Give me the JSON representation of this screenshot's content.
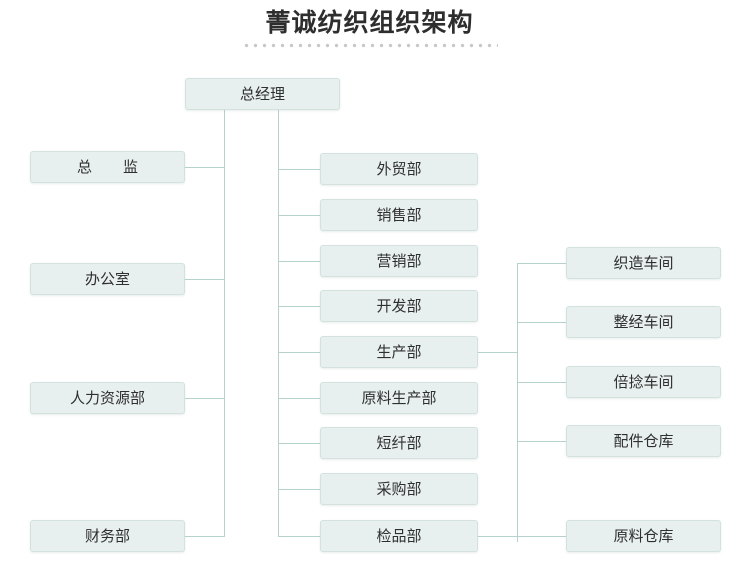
{
  "header": {
    "title": "菁诚纺织组织架构",
    "divider": "dotted-rule"
  },
  "colors": {
    "node_fill": "#e7f0ee",
    "node_border": "#d3e2df",
    "connector": "#b5d2cd",
    "title_text": "#2e2e2e",
    "node_text": "#2f2f2f",
    "background": "#ffffff"
  },
  "org_chart": {
    "root": {
      "label": "总经理"
    },
    "left_branch": [
      {
        "label": "总　监"
      },
      {
        "label": "办公室"
      },
      {
        "label": "人力资源部"
      },
      {
        "label": "财务部"
      }
    ],
    "center_branch": [
      {
        "label": "外贸部"
      },
      {
        "label": "销售部"
      },
      {
        "label": "营销部"
      },
      {
        "label": "开发部"
      },
      {
        "label": "生产部"
      },
      {
        "label": "原料生产部"
      },
      {
        "label": "短纤部"
      },
      {
        "label": "采购部"
      },
      {
        "label": "检品部"
      }
    ],
    "production_children": [
      {
        "label": "织造车间"
      },
      {
        "label": "整经车间"
      },
      {
        "label": "倍捻车间"
      },
      {
        "label": "配件仓库"
      }
    ],
    "inspection_children": [
      {
        "label": "原料仓库"
      }
    ]
  }
}
